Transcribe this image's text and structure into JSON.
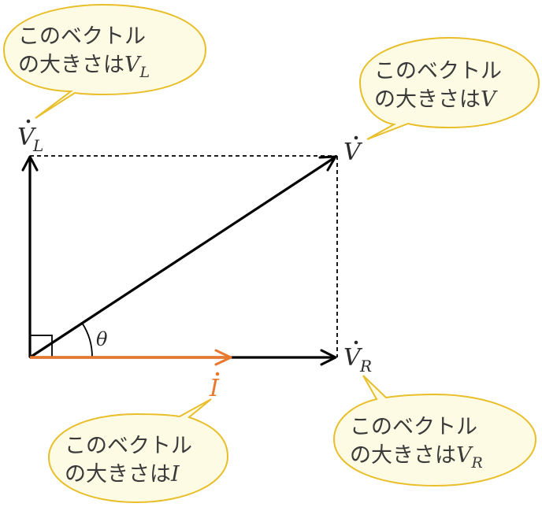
{
  "colors": {
    "vector": "#000000",
    "current": "#e8782e",
    "bubble_fill": "#fdfbe3",
    "bubble_stroke": "#e8be2a",
    "text": "#3a3a3a"
  },
  "labels": {
    "V": "V",
    "VL": "V",
    "VL_sub": "L",
    "VR": "V",
    "VR_sub": "R",
    "I": "I",
    "theta": "θ"
  },
  "callouts": {
    "vl": {
      "line1": "このベクトル",
      "line2": "の大きさは",
      "var": "V",
      "sub": "L"
    },
    "v": {
      "line1": "このベクトル",
      "line2": "の大きさは",
      "var": "V"
    },
    "i": {
      "line1": "このベクトル",
      "line2": "の大きさは",
      "var": "I"
    },
    "vr": {
      "line1": "このベクトル",
      "line2": "の大きさは",
      "var": "V",
      "sub": "R"
    }
  }
}
